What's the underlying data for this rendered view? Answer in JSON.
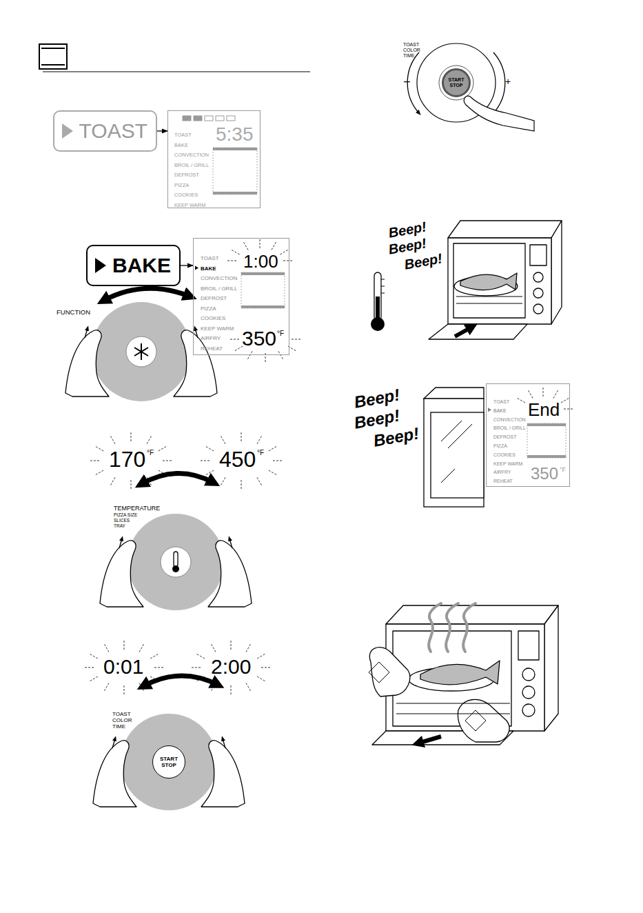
{
  "diagram": {
    "nodes": [
      {
        "text": [
          "TOAST"
        ]
      },
      {
        "text": [
          "TOAST",
          "BAKE",
          "CONVECTION",
          "BROIL / GRILL",
          "DEFROST",
          "PIZZA",
          "COOKIES",
          "KEEP WARM",
          "5:35"
        ]
      },
      {
        "text": [
          "BAKE"
        ]
      },
      {
        "text": [
          "TOAST",
          "BAKE",
          "CONVECTION",
          "BROIL / GRILL",
          "DEFROST",
          "PIZZA",
          "COOKIES",
          "KEEP WARM",
          "AIRFRY",
          "REHEAT",
          "1:00",
          "350",
          "°F"
        ]
      },
      {
        "text": [
          "TOAST",
          "BAKE",
          "CONVECTION",
          "BROIL / GRILL",
          "DEFROST",
          "PIZZA",
          "COOKIES",
          "KEEP WARM",
          "AIRFRY",
          "REHEAT",
          "End",
          "350",
          "°F"
        ]
      },
      {
        "text": [
          "START STOP"
        ]
      },
      {
        "text": [
          "START STOP"
        ]
      }
    ],
    "edges": [
      {
        "from": 0,
        "to": 1,
        "arrow": "to"
      },
      {
        "from": 2,
        "to": 3,
        "arrow": "to"
      }
    ],
    "labels": [
      "FUNCTION",
      "170",
      "°F",
      "450",
      "°F",
      "TEMPERATURE",
      "PIZZA SIZE",
      "SLICES",
      "TRAY",
      "0:01",
      "2:00",
      "TOAST",
      "COLOR",
      "TIME",
      "TOAST",
      "COLOR",
      "TIME",
      "–",
      "+",
      "Beep!",
      "Beep!",
      "Beep!",
      "Beep!",
      "Beep!",
      "Beep!"
    ]
  }
}
